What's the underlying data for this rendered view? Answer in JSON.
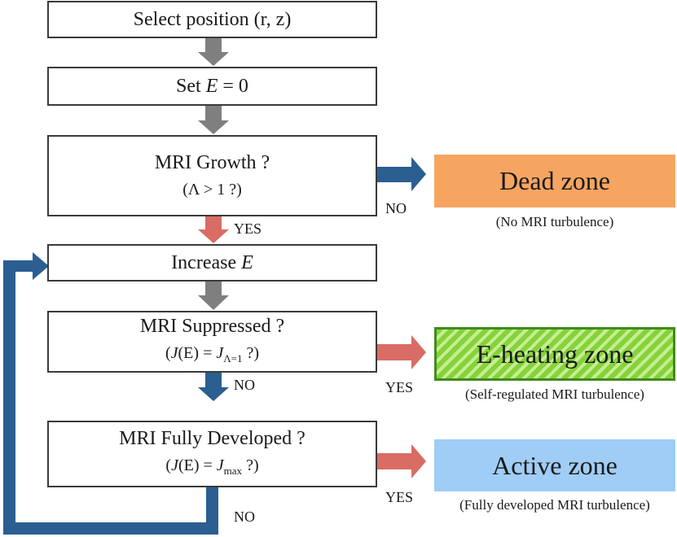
{
  "steps": {
    "select": "Select position (r, z)",
    "set_e": {
      "prefix": "Set ",
      "var": "E",
      "suffix": " = 0"
    },
    "growth": {
      "title": "MRI Growth ?",
      "cond": "(Λ > 1 ?)"
    },
    "increase": {
      "prefix": "Increase ",
      "var": "E"
    },
    "suppressed": {
      "title": "MRI Suppressed ?",
      "cond": {
        "open": "(",
        "j": "J",
        "arg": "(E)",
        "eq": " = ",
        "rhs": "J",
        "sub": "Λ=1",
        "close": " ?)"
      }
    },
    "developed": {
      "title": "MRI Fully Developed ?",
      "cond": {
        "open": "(",
        "j": "J",
        "arg": "(E)",
        "eq": " = ",
        "rhs": "J",
        "sub": "max",
        "close": " ?)"
      }
    }
  },
  "labels": {
    "yes": "YES",
    "no": "NO"
  },
  "zones": {
    "dead": {
      "label": "Dead zone",
      "caption": "(No MRI turbulence)"
    },
    "eheating": {
      "label": "E-heating zone",
      "caption": "(Self-regulated MRI turbulence)"
    },
    "active": {
      "label": "Active zone",
      "caption": "(Fully developed MRI turbulence)"
    }
  },
  "colors": {
    "gray_arrow": "#7f7f7f",
    "red_arrow": "#d96c64",
    "blue_arrow": "#2b5e91",
    "dead_zone": "#f6a561",
    "eheating_zone": "#86d23a",
    "active_zone": "#9fcdf5"
  }
}
